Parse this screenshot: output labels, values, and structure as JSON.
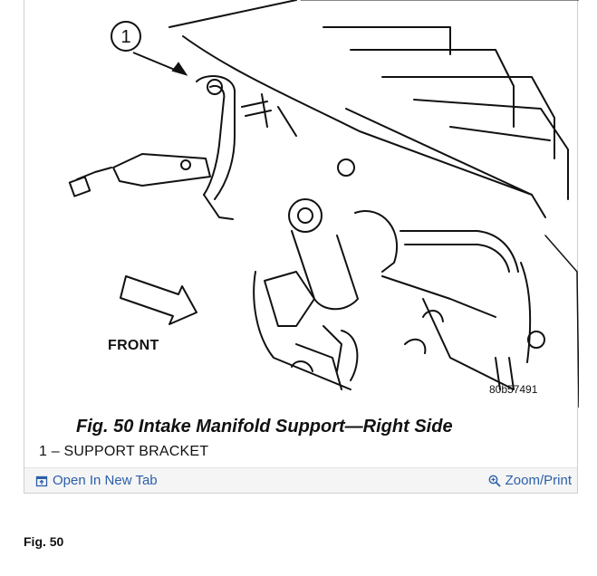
{
  "figure": {
    "callout_number": "1",
    "front_label": "FRONT",
    "drawing_code": "80b57491",
    "caption": "Fig. 50 Intake Manifold Support—Right Side",
    "legend": "1 – SUPPORT BRACKET"
  },
  "footer": {
    "open_tab_label": "Open In New Tab",
    "zoom_label": "Zoom/Print",
    "open_tab_icon": "open-tab-icon",
    "zoom_icon": "magnifier-plus-icon",
    "link_color": "#2b5fa8"
  },
  "page": {
    "figure_title": "Fig. 50"
  }
}
